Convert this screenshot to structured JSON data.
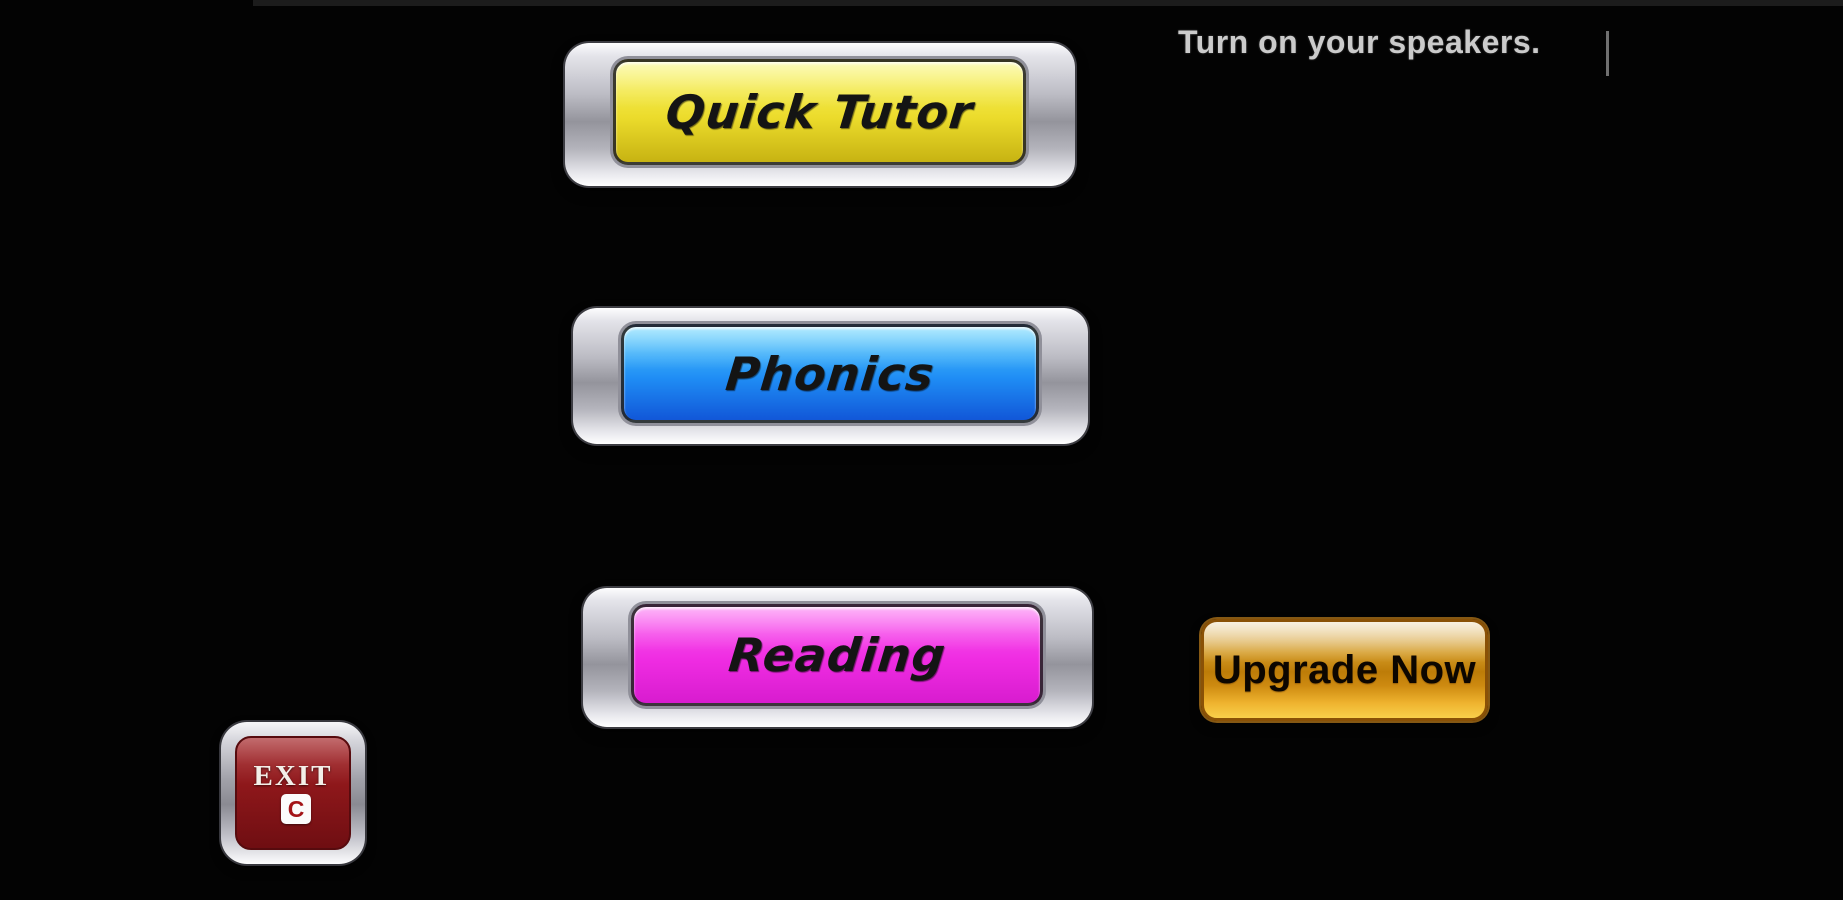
{
  "notice": {
    "text": "Turn on your speakers."
  },
  "menu": {
    "buttons": [
      {
        "id": "quick-tutor",
        "label": "Quick Tutor",
        "color_top": "#f9f566",
        "color_mid": "#ecdc2c",
        "color_bottom": "#c7b312"
      },
      {
        "id": "phonics",
        "label": "Phonics",
        "color_top": "#55d0fe",
        "color_mid": "#1f8df5",
        "color_bottom": "#1157d8"
      },
      {
        "id": "reading",
        "label": "Reading",
        "color_top": "#fb5df0",
        "color_mid": "#ef2ce2",
        "color_bottom": "#d81ccf"
      }
    ]
  },
  "upgrade": {
    "label": "Upgrade Now",
    "border_color": "#8a5106",
    "gold_color": "#f9d04b"
  },
  "exit": {
    "label": "EXIT",
    "logo_letter": "C",
    "red_color": "#8d171a"
  }
}
